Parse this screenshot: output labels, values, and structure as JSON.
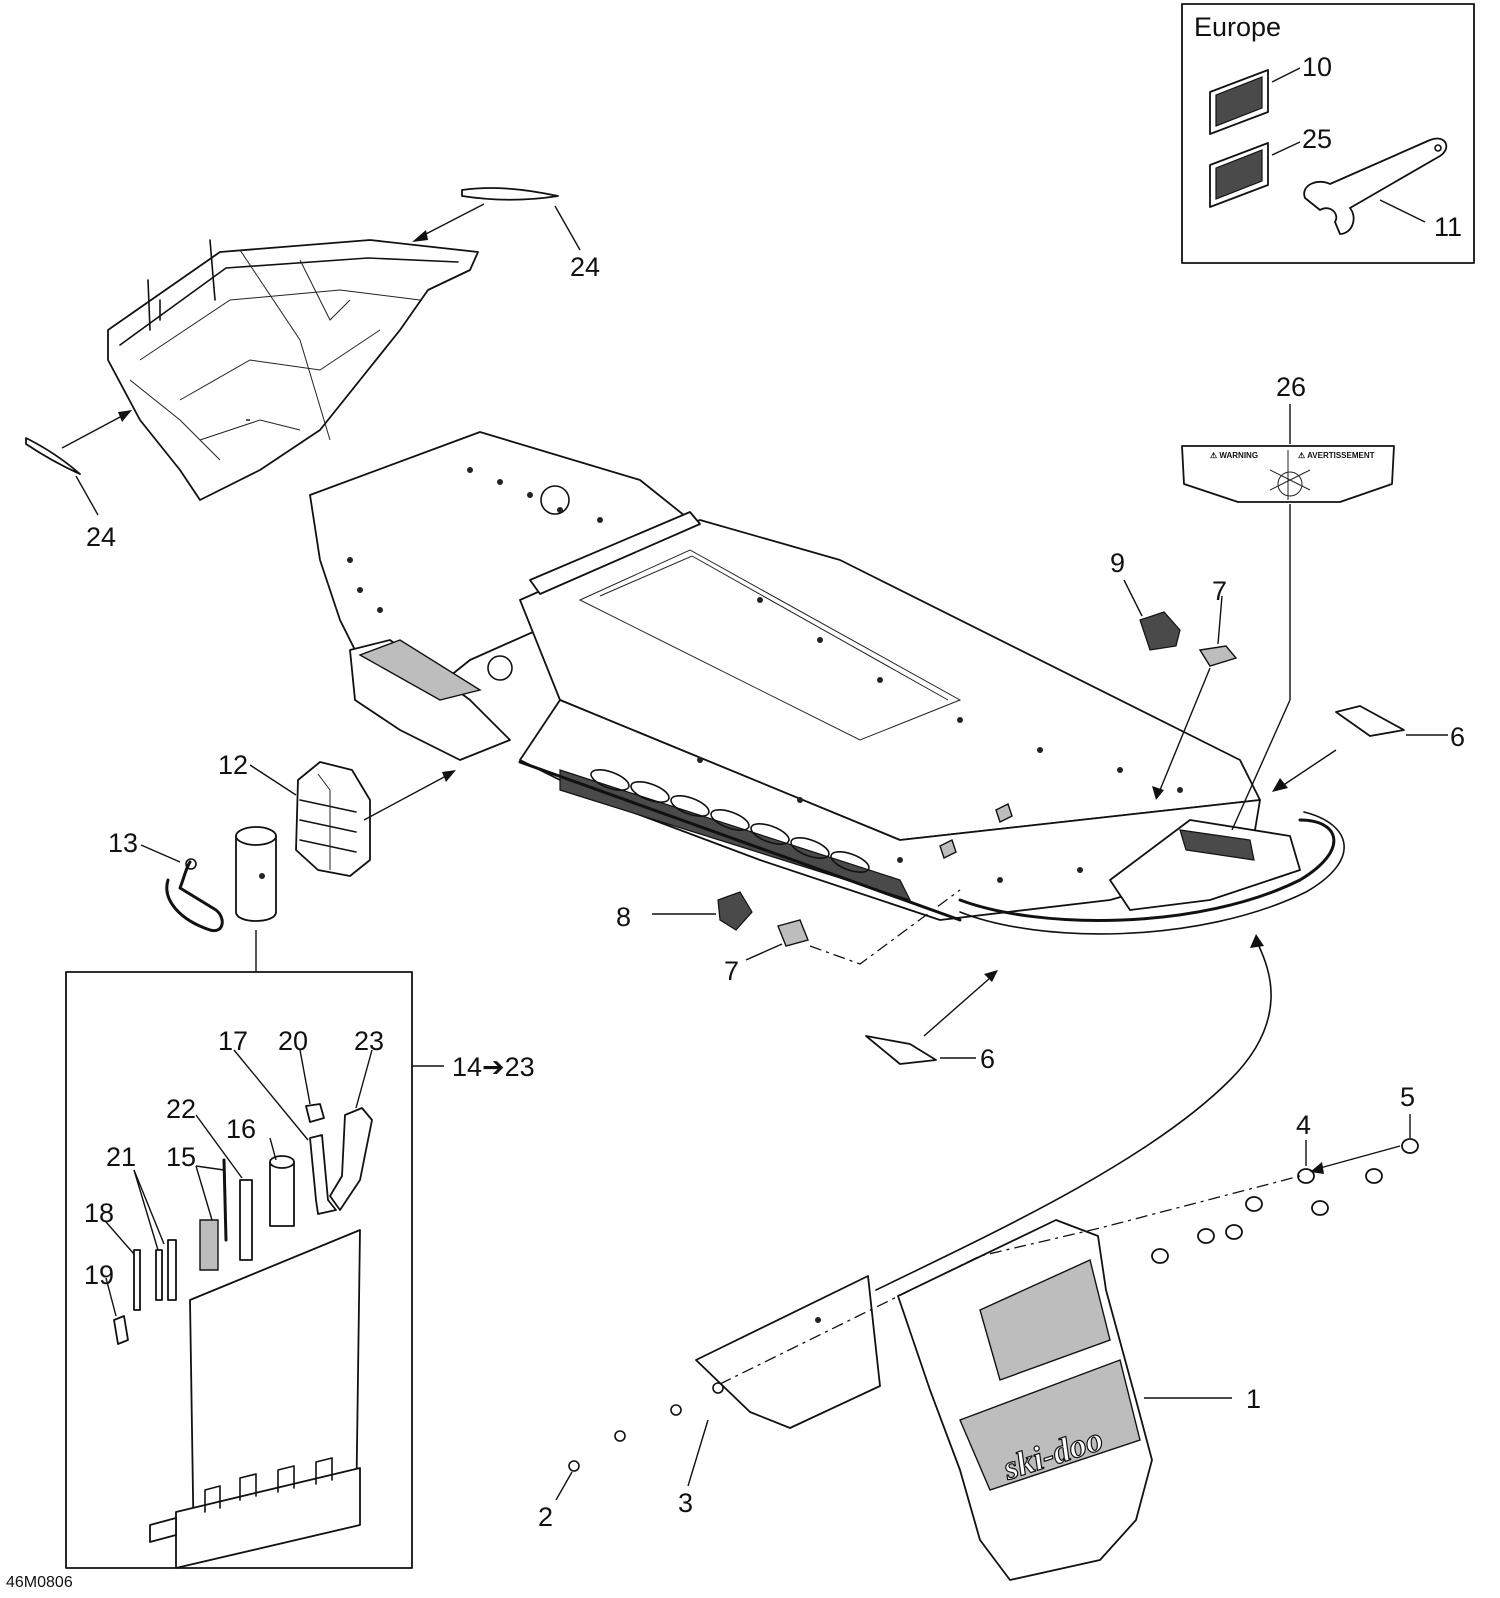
{
  "diagram_id": "46M0806",
  "europe_box": {
    "title": "Europe"
  },
  "callouts": {
    "c1": "1",
    "c2": "2",
    "c3": "3",
    "c4": "4",
    "c5": "5",
    "c6a": "6",
    "c6b": "6",
    "c7a": "7",
    "c7b": "7",
    "c8": "8",
    "c9": "9",
    "c10": "10",
    "c11": "11",
    "c12": "12",
    "c13": "13",
    "c14_23": "14➔23",
    "c15": "15",
    "c16": "16",
    "c17": "17",
    "c18": "18",
    "c19": "19",
    "c20": "20",
    "c21": "21",
    "c22": "22",
    "c23": "23",
    "c24a": "24",
    "c24b": "24",
    "c25": "25",
    "c26": "26"
  },
  "decals": {
    "warning_left": "⚠ WARNING",
    "warning_right": "⚠ AVERTISSEMENT",
    "brand": "ski-doo"
  },
  "colors": {
    "line": "#111111",
    "shade": "#bdbdbd",
    "background": "#ffffff"
  }
}
